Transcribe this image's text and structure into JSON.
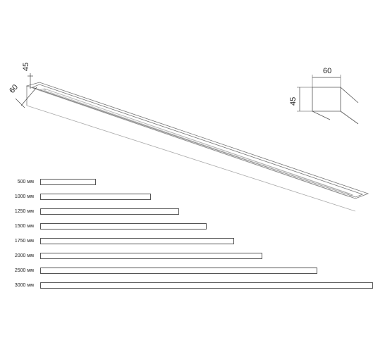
{
  "profile_view": {
    "dim_height": "45",
    "dim_width": "60"
  },
  "section_view": {
    "dim_width": "60",
    "dim_height": "45"
  },
  "lengths": [
    {
      "label": "500 мм",
      "mm": 500
    },
    {
      "label": "1000 мм",
      "mm": 1000
    },
    {
      "label": "1250 мм",
      "mm": 1250
    },
    {
      "label": "1500 мм",
      "mm": 1500
    },
    {
      "label": "1750 мм",
      "mm": 1750
    },
    {
      "label": "2000 мм",
      "mm": 2000
    },
    {
      "label": "2500 мм",
      "mm": 2500
    },
    {
      "label": "3000 мм",
      "mm": 3000
    }
  ],
  "colors": {
    "line": "#555555",
    "text": "#222222"
  }
}
